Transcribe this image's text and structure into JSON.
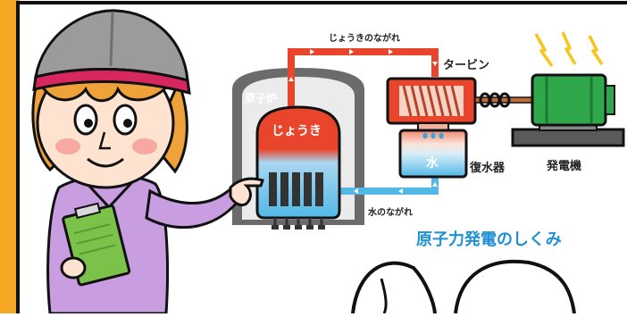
{
  "diagram": {
    "title": "原子力発電のしくみ",
    "labels": {
      "steam_flow": "じょうきのながれ",
      "turbine": "タービン",
      "reactor": "原子炉",
      "steam": "じょうき",
      "water": "水",
      "condenser": "復水器",
      "generator": "発電機",
      "water_flow": "水のながれ"
    }
  },
  "colors": {
    "orange_bar": "#f5a623",
    "steam_pipe": "#e8452c",
    "water_pipe": "#52b8e6",
    "reactor_building": "#6b6b6b",
    "generator_green": "#2ea84a",
    "title_blue": "#1f8fd6"
  }
}
